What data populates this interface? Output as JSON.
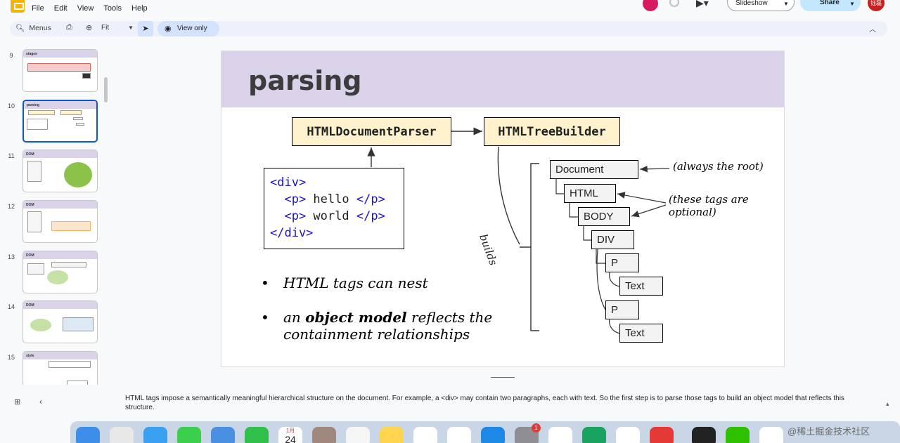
{
  "menu": [
    "File",
    "Edit",
    "View",
    "Tools",
    "Help"
  ],
  "top_right": {
    "slideshow_label": "Slideshow",
    "share_label": "Share",
    "avatar_text": "钰磊"
  },
  "toolbar": {
    "search_label": "Menus",
    "zoom_label": "Fit",
    "mode_label": "View only"
  },
  "filmstrip": [
    {
      "number": "9",
      "title": "stages"
    },
    {
      "number": "10",
      "title": "parsing",
      "selected": true
    },
    {
      "number": "11",
      "title": "DOM"
    },
    {
      "number": "12",
      "title": "DOM"
    },
    {
      "number": "13",
      "title": "DOM"
    },
    {
      "number": "14",
      "title": "DOM"
    },
    {
      "number": "15",
      "title": "style"
    }
  ],
  "slide": {
    "title": "parsing",
    "parser_label": "HTMLDocumentParser",
    "builder_label": "HTMLTreeBuilder",
    "code_lines": [
      {
        "open": "<div>",
        "text": "",
        "close": ""
      },
      {
        "open": "  <p>",
        "text": " hello ",
        "close": "</p>"
      },
      {
        "open": "  <p>",
        "text": " world ",
        "close": "</p>"
      },
      {
        "open": "</div>",
        "text": "",
        "close": ""
      }
    ],
    "bullets": [
      {
        "plain_before": "HTML tags can nest",
        "bold": "",
        "plain_after": ""
      },
      {
        "plain_before": "an ",
        "bold": "object model",
        "plain_after": " reflects the",
        "line2": "containment relationships"
      }
    ],
    "builds_label": "builds",
    "tree_nodes": [
      "Document",
      "HTML",
      "BODY",
      "DIV",
      "P",
      "Text",
      "P",
      "Text"
    ],
    "note_root": "(always the root)",
    "note_optional_1": "(these tags are",
    "note_optional_2": "optional)"
  },
  "speaker_notes": "HTML tags impose a semantically meaningful hierarchical structure on the document.  For example, a <div> may contain two paragraphs, each with text.  So the first step is to parse those tags to build an object model that reflects this structure.",
  "dock": {
    "calendar_month": "1月",
    "calendar_day": "24",
    "settings_badge": "1"
  },
  "watermark": "@稀土掘金技术社区"
}
